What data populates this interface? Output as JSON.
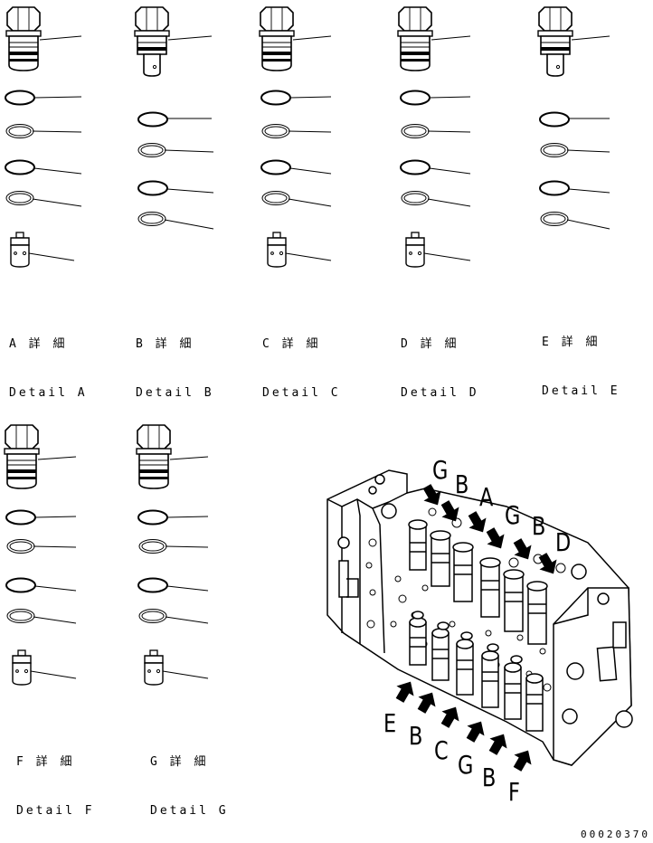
{
  "details": [
    {
      "id": "A",
      "jp_label": "A 詳 細",
      "en_label": "Detail A"
    },
    {
      "id": "B",
      "jp_label": "B 詳 細",
      "en_label": "Detail B"
    },
    {
      "id": "C",
      "jp_label": "C 詳 細",
      "en_label": "Detail C"
    },
    {
      "id": "D",
      "jp_label": "D 詳 細",
      "en_label": "Detail D"
    },
    {
      "id": "E",
      "jp_label": "E 詳 細",
      "en_label": "Detail E"
    },
    {
      "id": "F",
      "jp_label": "F 詳 細",
      "en_label": "Detail F"
    },
    {
      "id": "G",
      "jp_label": "G 詳 細",
      "en_label": "Detail G"
    }
  ],
  "callouts_top": [
    "G",
    "B",
    "A",
    "G",
    "B",
    "D"
  ],
  "callouts_bottom": [
    "E",
    "B",
    "C",
    "G",
    "B",
    "F"
  ],
  "document_number": "00020370"
}
